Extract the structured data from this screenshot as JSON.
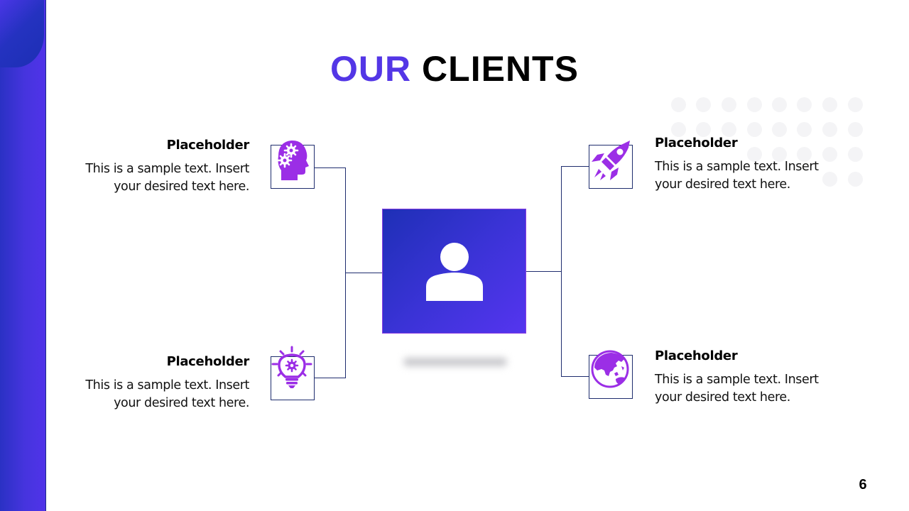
{
  "slide": {
    "title_accent": "OUR",
    "title_rest": "CLIENTS",
    "page_number": "6",
    "colors": {
      "accent": "#5336e6",
      "sidebar_start": "#2a31c4",
      "sidebar_end": "#5033e9",
      "icon_purple": "#9b2ee6",
      "connector": "#1f2d6e"
    }
  },
  "center": {
    "icon": "user-icon"
  },
  "items": [
    {
      "position": "top-left",
      "icon": "head-gears-icon",
      "title": "Placeholder",
      "line1": "This is a sample text. Insert",
      "line2": "your desired text here."
    },
    {
      "position": "bottom-left",
      "icon": "lightbulb-gear-icon",
      "title": "Placeholder",
      "line1": "This is a sample text. Insert",
      "line2": "your desired text here."
    },
    {
      "position": "top-right",
      "icon": "rocket-icon",
      "title": "Placeholder",
      "line1": "This is a sample text. Insert",
      "line2": "your desired text here."
    },
    {
      "position": "bottom-right",
      "icon": "globe-icon",
      "title": "Placeholder",
      "line1": "This is a sample text. Insert",
      "line2": "your desired text here."
    }
  ]
}
